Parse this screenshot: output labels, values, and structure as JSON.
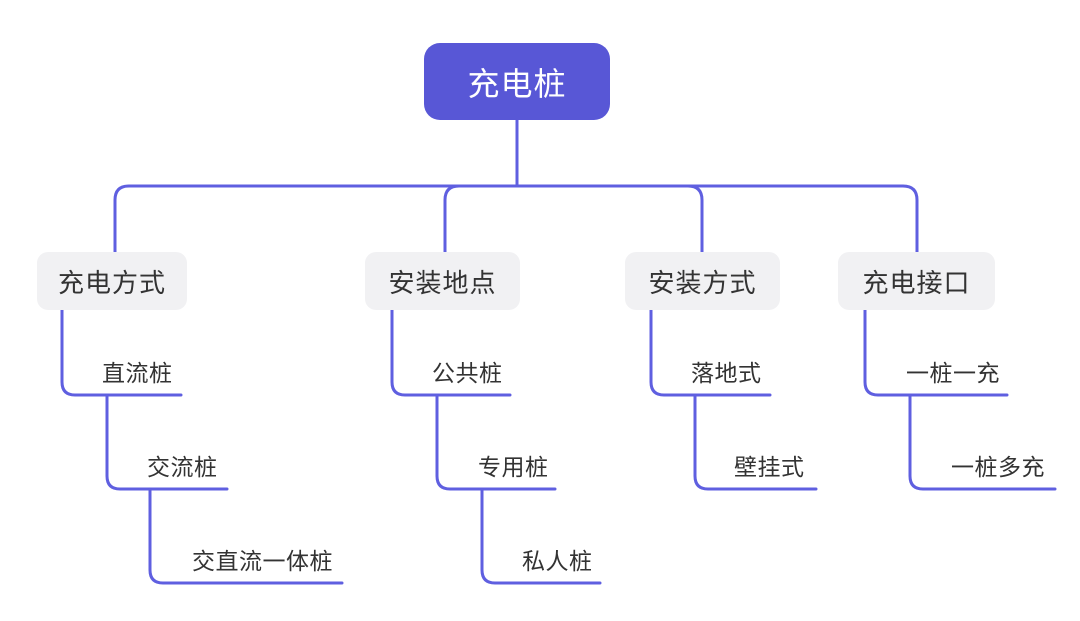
{
  "colors": {
    "background": "#FFFFFF",
    "root_fill": "#5857D6",
    "root_text": "#FFFFFF",
    "branch_fill": "#F1F1F3",
    "branch_text": "#333333",
    "leaf_text": "#333333",
    "connector": "#5F5FE0"
  },
  "tree": {
    "root": {
      "label": "充电桩"
    },
    "branches": [
      {
        "label": "充电方式",
        "children": [
          {
            "label": "直流桩"
          },
          {
            "label": "交流桩"
          },
          {
            "label": "交直流一体桩"
          }
        ]
      },
      {
        "label": "安装地点",
        "children": [
          {
            "label": "公共桩"
          },
          {
            "label": "专用桩"
          },
          {
            "label": "私人桩"
          }
        ]
      },
      {
        "label": "安装方式",
        "children": [
          {
            "label": "落地式"
          },
          {
            "label": "壁挂式"
          }
        ]
      },
      {
        "label": "充电接口",
        "children": [
          {
            "label": "一桩一充"
          },
          {
            "label": "一桩多充"
          }
        ]
      }
    ]
  }
}
